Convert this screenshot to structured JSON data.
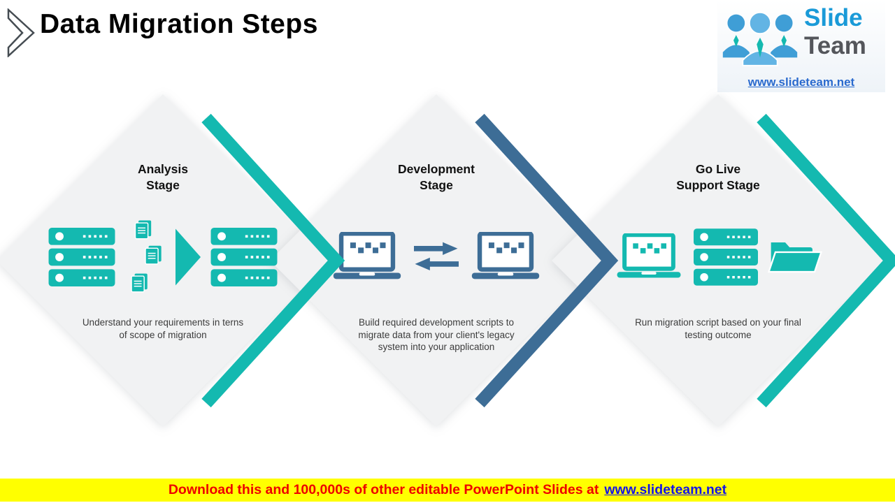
{
  "slide": {
    "title": "Data Migration Steps"
  },
  "logo": {
    "brand_top": "Slide",
    "brand_bottom": "Team",
    "url": "www.slideteam.net"
  },
  "stages": [
    {
      "title_line1": "Analysis",
      "title_line2": "Stage",
      "description": "Understand your requirements in terns of scope of migration",
      "accent": "#14b9b0",
      "icons": [
        "server-stack",
        "documents",
        "arrow-right",
        "server-stack"
      ]
    },
    {
      "title_line1": "Development",
      "title_line2": "Stage",
      "description": "Build required development scripts to migrate data from your client's legacy system into your application",
      "accent": "#3d6d96",
      "icons": [
        "laptop",
        "transfer-arrows",
        "laptop"
      ]
    },
    {
      "title_line1": "Go Live",
      "title_line2": "Support Stage",
      "description": "Run migration script based on your final testing outcome",
      "accent": "#14b9b0",
      "icons": [
        "laptop",
        "server-stack",
        "open-folder"
      ]
    }
  ],
  "footer": {
    "text": "Download this and 100,000s of other editable PowerPoint Slides at",
    "link": "www.slideteam.net",
    "background": "#ffff00",
    "text_color": "#ee0000"
  },
  "colors": {
    "teal": "#14b9b0",
    "blue": "#3d6d96",
    "diamond_fill": "#f1f2f3"
  }
}
